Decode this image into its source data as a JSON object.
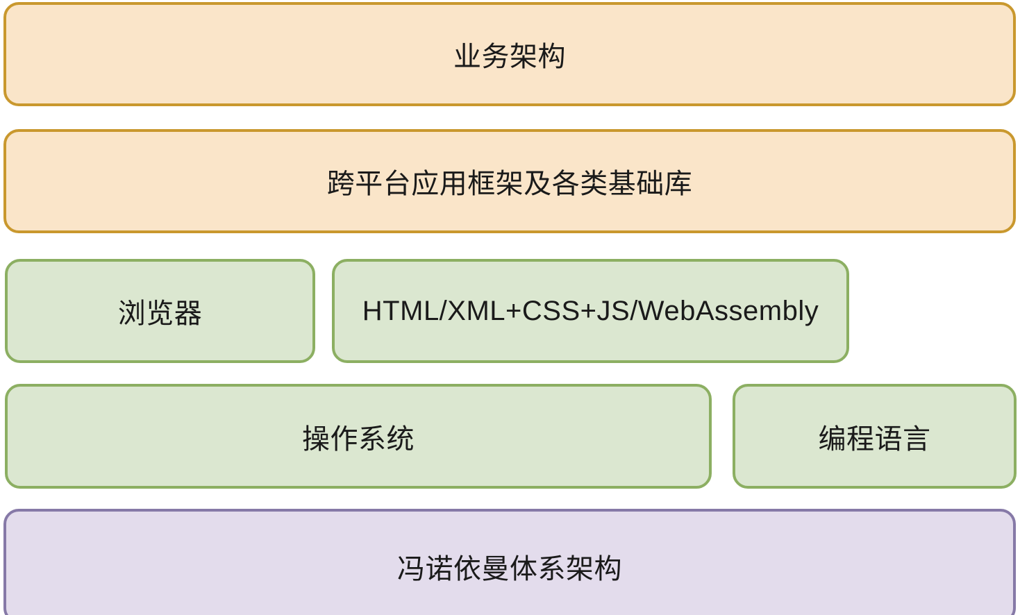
{
  "diagram": {
    "type": "layered-architecture-stack",
    "layers": [
      {
        "id": "business-architecture",
        "label": "业务架构",
        "row": 1,
        "scheme": "orange"
      },
      {
        "id": "cross-platform-framework",
        "label": "跨平台应用框架及各类基础库",
        "row": 2,
        "scheme": "orange"
      },
      {
        "id": "browser",
        "label": "浏览器",
        "row": 3,
        "scheme": "green"
      },
      {
        "id": "web-technologies",
        "label": "HTML/XML+CSS+JS/WebAssembly",
        "row": 3,
        "scheme": "green"
      },
      {
        "id": "operating-system",
        "label": "操作系统",
        "row": 4,
        "scheme": "green"
      },
      {
        "id": "programming-language",
        "label": "编程语言",
        "row": 4,
        "scheme": "green"
      },
      {
        "id": "von-neumann-architecture",
        "label": "冯诺依曼体系架构",
        "row": 5,
        "scheme": "purple"
      }
    ],
    "colors": {
      "background": "#FFFFFF",
      "text": "#1A1A1A",
      "orange_fill": "#FAE5C9",
      "orange_border": "#C9982E",
      "green_fill": "#DBE7D0",
      "green_border": "#8CAF62",
      "purple_fill": "#E3DCEC",
      "purple_border": "#8679A7"
    }
  }
}
